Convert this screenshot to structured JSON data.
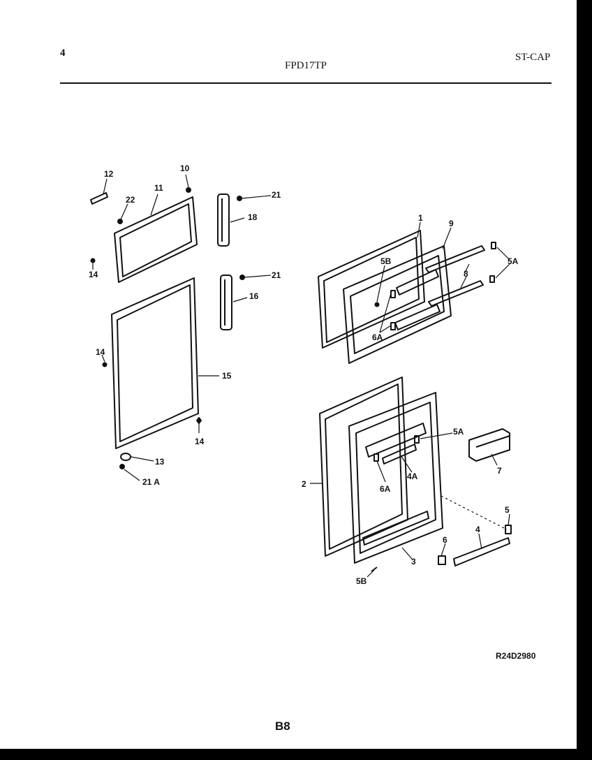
{
  "header": {
    "page_number": "4",
    "model": "FPD17TP",
    "code": "ST-CAP"
  },
  "footer": {
    "drawing_id": "R24D2980",
    "page_code": "B8"
  },
  "callouts": {
    "c1": "1",
    "c2": "2",
    "c3": "3",
    "c4": "4",
    "c4a": "4A",
    "c5": "5",
    "c5a_top": "5A",
    "c5a_mid": "5A",
    "c5b_top": "5B",
    "c5b_bot": "5B",
    "c6": "6",
    "c6a_top": "6A",
    "c6a_bot": "6A",
    "c7": "7",
    "c8": "8",
    "c9": "9",
    "c10": "10",
    "c11": "11",
    "c12": "12",
    "c13": "13",
    "c14a": "14",
    "c14b": "14",
    "c14c": "14",
    "c15": "15",
    "c16": "16",
    "c18": "18",
    "c21a": "21",
    "c21b": "21",
    "c21A": "21 A",
    "c22": "22"
  }
}
